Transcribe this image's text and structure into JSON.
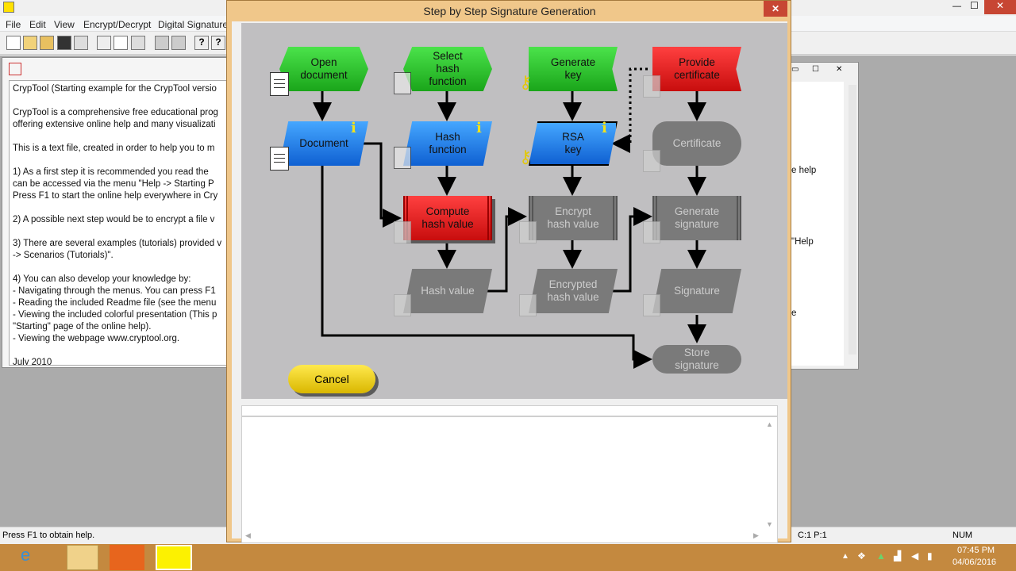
{
  "app": {
    "menu": [
      "File",
      "Edit",
      "View",
      "Encrypt/Decrypt",
      "Digital Signatures"
    ],
    "statusbar": {
      "left": "Press F1 to obtain help.",
      "pos": "C:1  P:1",
      "num": "NUM"
    }
  },
  "textwin": {
    "lines": [
      "CrypTool (Starting example for the CrypTool versio",
      "",
      "CrypTool is a comprehensive free educational prog",
      "offering extensive online help and many visualizati",
      "",
      "This is a text file, created in order to help you to m",
      "",
      "1) As a first step it is recommended you read the",
      "can be accessed via the menu \"Help -> Starting P",
      "Press F1 to start the online help everywhere in Cry",
      "",
      "2) A possible next step would be to encrypt a file v",
      "",
      "3) There are several examples (tutorials) provided v",
      "-> Scenarios (Tutorials)\".",
      "",
      "4) You can also develop your knowledge by:",
      "- Navigating through the menus. You can press F1",
      "- Reading the included Readme file (see the menu",
      "- Viewing the included colorful presentation (This p",
      "\"Starting\" page of the online help).",
      "- Viewing the webpage www.cryptool.org.",
      "",
      "July 2010"
    ]
  },
  "rightwin": {
    "t1": "e help",
    "t2": "\"Help",
    "t3": "e"
  },
  "dialog": {
    "title": "Step by Step Signature Generation",
    "close": "✕",
    "cancel": "Cancel",
    "info": "i",
    "nodes": {
      "open_document": "Open document",
      "select_hash": "Select hash function",
      "generate_key": "Generate key",
      "provide_cert": "Provide certificate",
      "document": "Document",
      "hash_function": "Hash function",
      "rsa_key": "RSA key",
      "certificate": "Certificate",
      "compute_hash": "Compute hash value",
      "encrypt_hash": "Encrypt hash value",
      "generate_signature": "Generate signature",
      "hash_value": "Hash value",
      "encrypted_hash": "Encrypted hash value",
      "signature": "Signature",
      "store_signature": "Store signature"
    }
  },
  "taskbar": {
    "time": "07:45 PM",
    "date": "04/06/2016"
  },
  "colors": {
    "taskbar": "#c4893f",
    "dialog_frame": "#f0c78a",
    "canvas": "#c0bfc1"
  }
}
